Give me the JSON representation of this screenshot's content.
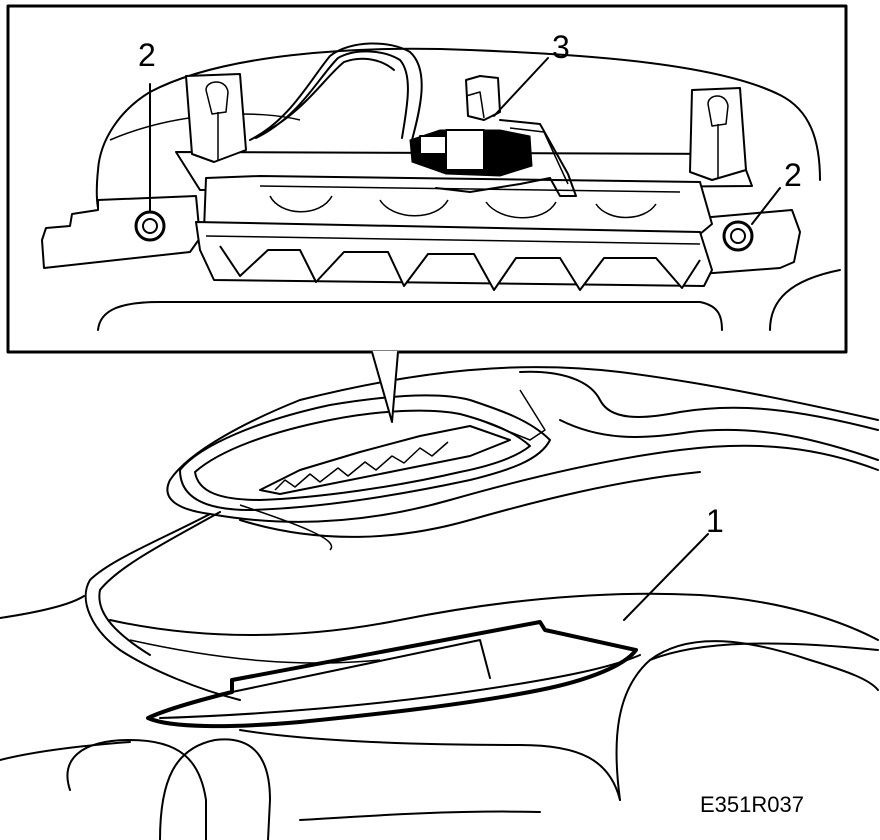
{
  "labels": {
    "part_1": "1",
    "part_2_left": "2",
    "part_2_right": "2",
    "part_3": "3"
  },
  "figure_code": "E351R037",
  "colors": {
    "ink": "#000000",
    "paper": "#ffffff"
  }
}
